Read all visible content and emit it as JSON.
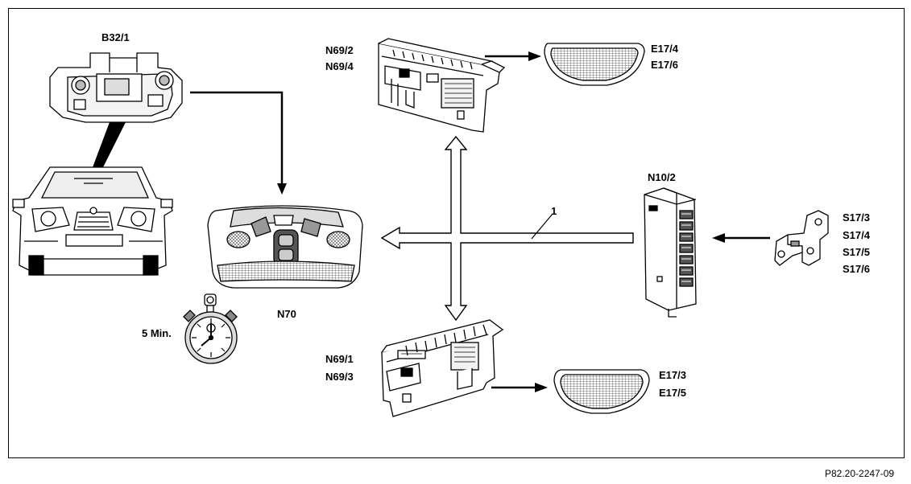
{
  "figure_ref": "P82.20-2247-09",
  "labels": {
    "b32_1": "B32/1",
    "n69_2": "N69/2",
    "n69_4": "N69/4",
    "e17_4": "E17/4",
    "e17_6": "E17/6",
    "n10_2": "N10/2",
    "callout_1": "1",
    "s17_3": "S17/3",
    "s17_4": "S17/4",
    "s17_5": "S17/5",
    "s17_6": "S17/6",
    "n70": "N70",
    "timer": "5 Min.",
    "n69_1": "N69/1",
    "n69_3": "N69/3",
    "e17_3": "E17/3",
    "e17_5": "E17/5"
  },
  "icons": {
    "b32_1": "interior-sensor-housing-icon",
    "car": "car-front-view-icon",
    "n70": "overhead-control-panel-icon",
    "timer": "stopwatch-icon",
    "n69_upper": "door-control-module-icon",
    "n69_lower": "door-control-module-icon",
    "e17_upper": "door-lamp-lens-icon",
    "e17_lower": "door-lamp-lens-icon",
    "n10_2": "control-unit-icon",
    "s17": "door-contact-switch-icon"
  }
}
